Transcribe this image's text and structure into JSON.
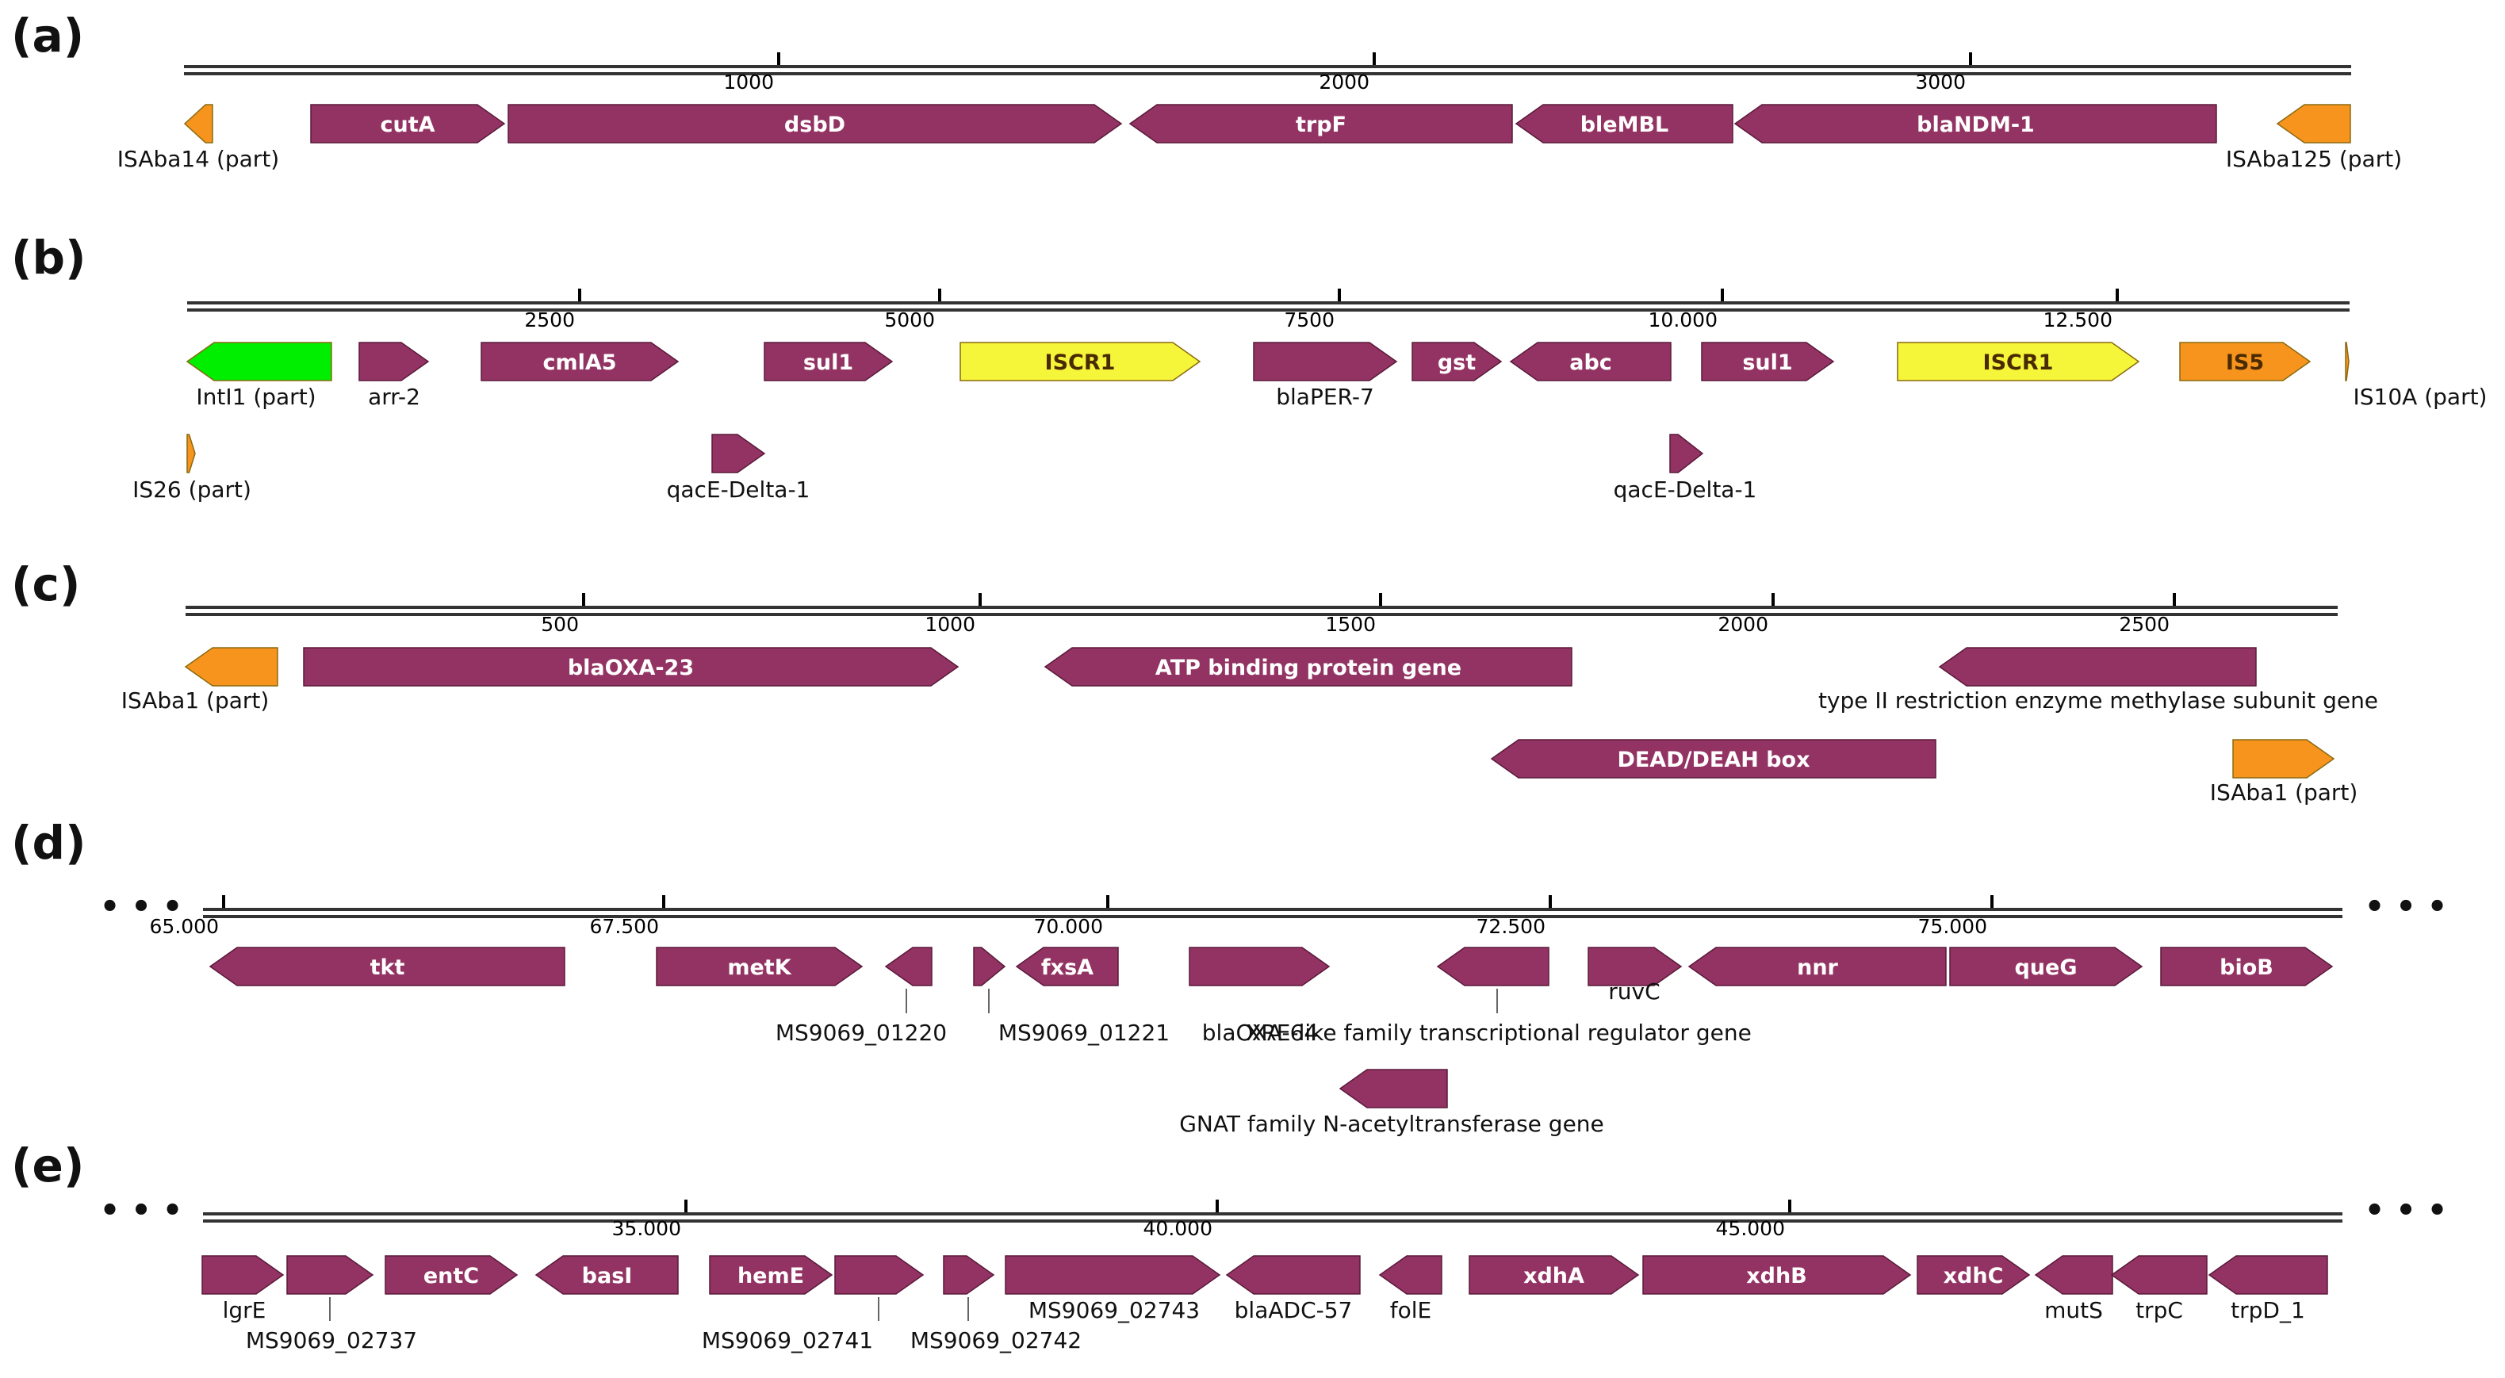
{
  "colors": {
    "gene": "#933363",
    "integrase": "#00ee00",
    "iscr": "#f5f53a",
    "is": "#f7941d",
    "stroke": "#5a1a3a",
    "axis": "#333333"
  },
  "continuation_mark": "• • •",
  "panels": [
    {
      "label": "(a)",
      "ticks": [
        "1000",
        "2000",
        "3000"
      ],
      "features": [
        {
          "label": "",
          "outer": "ISAba14 (part)",
          "color": "is"
        },
        {
          "label": "cutA",
          "outer": "",
          "color": "gene"
        },
        {
          "label": "dsbD",
          "outer": "",
          "color": "gene"
        },
        {
          "label": "trpF",
          "outer": "",
          "color": "gene"
        },
        {
          "label": "bleMBL",
          "outer": "",
          "color": "gene"
        },
        {
          "label": "blaNDM-1",
          "outer": "",
          "color": "gene"
        },
        {
          "label": "",
          "outer": "ISAba125 (part)",
          "color": "is"
        }
      ]
    },
    {
      "label": "(b)",
      "ticks": [
        "2500",
        "5000",
        "7500",
        "10.000",
        "12.500"
      ],
      "features": [
        {
          "label": "",
          "outer": "IntI1 (part)",
          "color": "integrase"
        },
        {
          "label": "",
          "outer": "arr-2",
          "color": "gene"
        },
        {
          "label": "cmlA5",
          "outer": "",
          "color": "gene"
        },
        {
          "label": "sul1",
          "outer": "",
          "color": "gene"
        },
        {
          "label": "ISCR1",
          "outer": "",
          "color": "iscr"
        },
        {
          "label": "",
          "outer": "blaPER-7",
          "color": "gene"
        },
        {
          "label": "gst",
          "outer": "",
          "color": "gene"
        },
        {
          "label": "abc",
          "outer": "",
          "color": "gene"
        },
        {
          "label": "sul1",
          "outer": "",
          "color": "gene"
        },
        {
          "label": "ISCR1",
          "outer": "",
          "color": "iscr"
        },
        {
          "label": "IS5",
          "outer": "",
          "color": "is"
        },
        {
          "label": "",
          "outer": "IS10A (part)",
          "color": "is"
        },
        {
          "label": "",
          "outer": "IS26 (part)",
          "color": "is"
        },
        {
          "label": "",
          "outer": "qacE-Delta-1",
          "color": "gene"
        },
        {
          "label": "",
          "outer": "qacE-Delta-1",
          "color": "gene"
        }
      ]
    },
    {
      "label": "(c)",
      "ticks": [
        "500",
        "1000",
        "1500",
        "2000",
        "2500"
      ],
      "features": [
        {
          "label": "",
          "outer": "ISAba1 (part)",
          "color": "is"
        },
        {
          "label": "blaOXA-23",
          "outer": "",
          "color": "gene"
        },
        {
          "label": "ATP binding protein gene",
          "outer": "",
          "color": "gene"
        },
        {
          "label": "",
          "outer": "type II restriction enzyme methylase subunit gene",
          "color": "gene"
        },
        {
          "label": "DEAD/DEAH box",
          "outer": "",
          "color": "gene"
        },
        {
          "label": "",
          "outer": "ISAba1 (part)",
          "color": "is"
        }
      ]
    },
    {
      "label": "(d)",
      "ticks": [
        "65.000",
        "67.500",
        "70.000",
        "72.500",
        "75.000"
      ],
      "features": [
        {
          "label": "tkt",
          "outer": "",
          "color": "gene"
        },
        {
          "label": "metK",
          "outer": "",
          "color": "gene"
        },
        {
          "label": "",
          "outer": "MS9069_01220",
          "color": "gene"
        },
        {
          "label": "",
          "outer": "MS9069_01221",
          "color": "gene"
        },
        {
          "label": "fxsA",
          "outer": "",
          "color": "gene"
        },
        {
          "label": "",
          "outer": "blaOXA-64",
          "color": "gene"
        },
        {
          "label": "",
          "outer": "XRE-like family transcriptional regulator gene",
          "color": "gene"
        },
        {
          "label": "",
          "outer": "ruvC",
          "color": "gene"
        },
        {
          "label": "nnr",
          "outer": "",
          "color": "gene"
        },
        {
          "label": "queG",
          "outer": "",
          "color": "gene"
        },
        {
          "label": "bioB",
          "outer": "",
          "color": "gene"
        },
        {
          "label": "",
          "outer": "GNAT family N-acetyltransferase gene",
          "color": "gene"
        }
      ]
    },
    {
      "label": "(e)",
      "ticks": [
        "35.000",
        "40.000",
        "45.000"
      ],
      "features": [
        {
          "label": "",
          "outer": "lgrE",
          "color": "gene"
        },
        {
          "label": "",
          "outer": "MS9069_02737",
          "color": "gene"
        },
        {
          "label": "entC",
          "outer": "",
          "color": "gene"
        },
        {
          "label": "basI",
          "outer": "",
          "color": "gene"
        },
        {
          "label": "hemE",
          "outer": "",
          "color": "gene"
        },
        {
          "label": "",
          "outer": "MS9069_02741",
          "color": "gene"
        },
        {
          "label": "",
          "outer": "MS9069_02742",
          "color": "gene"
        },
        {
          "label": "",
          "outer": "MS9069_02743",
          "color": "gene"
        },
        {
          "label": "",
          "outer": "blaADC-57",
          "color": "gene"
        },
        {
          "label": "",
          "outer": "folE",
          "color": "gene"
        },
        {
          "label": "xdhA",
          "outer": "",
          "color": "gene"
        },
        {
          "label": "xdhB",
          "outer": "",
          "color": "gene"
        },
        {
          "label": "xdhC",
          "outer": "",
          "color": "gene"
        },
        {
          "label": "",
          "outer": "mutS",
          "color": "gene"
        },
        {
          "label": "",
          "outer": "trpC",
          "color": "gene"
        },
        {
          "label": "",
          "outer": "trpD_1",
          "color": "gene"
        }
      ]
    }
  ]
}
